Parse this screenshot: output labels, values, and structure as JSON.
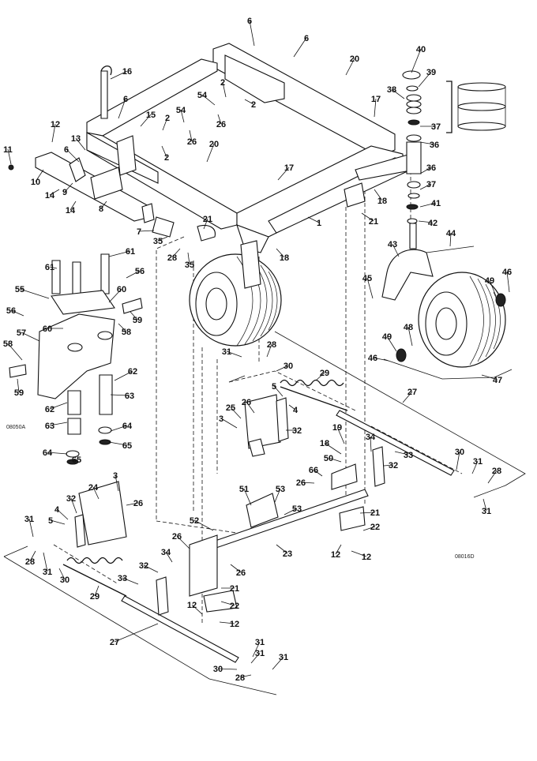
{
  "diagram": {
    "figure_codes": {
      "caster_assembly": "08050A",
      "main_frame": "08016D"
    },
    "callouts": [
      {
        "id": "c-6a",
        "label": "6"
      },
      {
        "id": "c-6b",
        "label": "6"
      },
      {
        "id": "c-6c",
        "label": "6"
      },
      {
        "id": "c-6d",
        "label": "6"
      },
      {
        "id": "c-40",
        "label": "40"
      },
      {
        "id": "c-39",
        "label": "39"
      },
      {
        "id": "c-38",
        "label": "38"
      },
      {
        "id": "c-20a",
        "label": "20"
      },
      {
        "id": "c-20b",
        "label": "20"
      },
      {
        "id": "c-17a",
        "label": "17"
      },
      {
        "id": "c-17b",
        "label": "17"
      },
      {
        "id": "c-16",
        "label": "16"
      },
      {
        "id": "c-15",
        "label": "15"
      },
      {
        "id": "c-2a",
        "label": "2"
      },
      {
        "id": "c-2b",
        "label": "2"
      },
      {
        "id": "c-2c",
        "label": "2"
      },
      {
        "id": "c-2d",
        "label": "2"
      },
      {
        "id": "c-54a",
        "label": "54"
      },
      {
        "id": "c-54b",
        "label": "54"
      },
      {
        "id": "c-26a",
        "label": "26"
      },
      {
        "id": "c-26b",
        "label": "26"
      },
      {
        "id": "c-37a",
        "label": "37"
      },
      {
        "id": "c-37b",
        "label": "37"
      },
      {
        "id": "c-36a",
        "label": "36"
      },
      {
        "id": "c-36b",
        "label": "36"
      },
      {
        "id": "c-12a",
        "label": "12"
      },
      {
        "id": "c-13",
        "label": "13"
      },
      {
        "id": "c-11",
        "label": "11"
      },
      {
        "id": "c-10",
        "label": "10"
      },
      {
        "id": "c-14a",
        "label": "14"
      },
      {
        "id": "c-14b",
        "label": "14"
      },
      {
        "id": "c-9",
        "label": "9"
      },
      {
        "id": "c-8",
        "label": "8"
      },
      {
        "id": "c-41",
        "label": "41"
      },
      {
        "id": "c-42",
        "label": "42"
      },
      {
        "id": "c-18a",
        "label": "18"
      },
      {
        "id": "c-18b",
        "label": "18"
      },
      {
        "id": "c-1",
        "label": "1"
      },
      {
        "id": "c-21a",
        "label": "21"
      },
      {
        "id": "c-21b",
        "label": "21"
      },
      {
        "id": "c-7",
        "label": "7"
      },
      {
        "id": "c-35a",
        "label": "35"
      },
      {
        "id": "c-35b",
        "label": "35"
      },
      {
        "id": "c-28a",
        "label": "28"
      },
      {
        "id": "c-44",
        "label": "44"
      },
      {
        "id": "c-43",
        "label": "43"
      },
      {
        "id": "c-61a",
        "label": "61"
      },
      {
        "id": "c-61b",
        "label": "61"
      },
      {
        "id": "c-56a",
        "label": "56"
      },
      {
        "id": "c-56b",
        "label": "56"
      },
      {
        "id": "c-55",
        "label": "55"
      },
      {
        "id": "c-60a",
        "label": "60"
      },
      {
        "id": "c-60b",
        "label": "60"
      },
      {
        "id": "c-59a",
        "label": "59"
      },
      {
        "id": "c-59b",
        "label": "59"
      },
      {
        "id": "c-58a",
        "label": "58"
      },
      {
        "id": "c-58b",
        "label": "58"
      },
      {
        "id": "c-57",
        "label": "57"
      },
      {
        "id": "c-62a",
        "label": "62"
      },
      {
        "id": "c-62b",
        "label": "62"
      },
      {
        "id": "c-63a",
        "label": "63"
      },
      {
        "id": "c-63b",
        "label": "63"
      },
      {
        "id": "c-64a",
        "label": "64"
      },
      {
        "id": "c-64b",
        "label": "64"
      },
      {
        "id": "c-65a",
        "label": "65"
      },
      {
        "id": "c-65b",
        "label": "65"
      },
      {
        "id": "c-45",
        "label": "45"
      },
      {
        "id": "c-49a",
        "label": "49"
      },
      {
        "id": "c-49b",
        "label": "49"
      },
      {
        "id": "c-46a",
        "label": "46"
      },
      {
        "id": "c-46b",
        "label": "46"
      },
      {
        "id": "c-48",
        "label": "48"
      },
      {
        "id": "c-47",
        "label": "47"
      },
      {
        "id": "c-31a",
        "label": "31"
      },
      {
        "id": "c-28b",
        "label": "28"
      },
      {
        "id": "c-30a",
        "label": "30"
      },
      {
        "id": "c-29a",
        "label": "29"
      },
      {
        "id": "c-27a",
        "label": "27"
      },
      {
        "id": "c-5a",
        "label": "5"
      },
      {
        "id": "c-4a",
        "label": "4"
      },
      {
        "id": "c-25",
        "label": "25"
      },
      {
        "id": "c-26c",
        "label": "26"
      },
      {
        "id": "c-3a",
        "label": "3"
      },
      {
        "id": "c-32a",
        "label": "32"
      },
      {
        "id": "c-19",
        "label": "19"
      },
      {
        "id": "c-18c",
        "label": "18"
      },
      {
        "id": "c-34a",
        "label": "34"
      },
      {
        "id": "c-33a",
        "label": "33"
      },
      {
        "id": "c-32b",
        "label": "32"
      },
      {
        "id": "c-50",
        "label": "50"
      },
      {
        "id": "c-66",
        "label": "66"
      },
      {
        "id": "c-26d",
        "label": "26"
      },
      {
        "id": "c-30b",
        "label": "30"
      },
      {
        "id": "c-31b",
        "label": "31"
      },
      {
        "id": "c-28c",
        "label": "28"
      },
      {
        "id": "c-31c",
        "label": "31"
      },
      {
        "id": "c-3b",
        "label": "3"
      },
      {
        "id": "c-24",
        "label": "24"
      },
      {
        "id": "c-32c",
        "label": "32"
      },
      {
        "id": "c-26e",
        "label": "26"
      },
      {
        "id": "c-4b",
        "label": "4"
      },
      {
        "id": "c-5b",
        "label": "5"
      },
      {
        "id": "c-31d",
        "label": "31"
      },
      {
        "id": "c-51",
        "label": "51"
      },
      {
        "id": "c-53a",
        "label": "53"
      },
      {
        "id": "c-53b",
        "label": "53"
      },
      {
        "id": "c-21c",
        "label": "21"
      },
      {
        "id": "c-22a",
        "label": "22"
      },
      {
        "id": "c-52",
        "label": "52"
      },
      {
        "id": "c-23",
        "label": "23"
      },
      {
        "id": "c-12b",
        "label": "12"
      },
      {
        "id": "c-12c",
        "label": "12"
      },
      {
        "id": "c-28d",
        "label": "28"
      },
      {
        "id": "c-31e",
        "label": "31"
      },
      {
        "id": "c-30c",
        "label": "30"
      },
      {
        "id": "c-29b",
        "label": "29"
      },
      {
        "id": "c-33b",
        "label": "33"
      },
      {
        "id": "c-32d",
        "label": "32"
      },
      {
        "id": "c-34b",
        "label": "34"
      },
      {
        "id": "c-26f",
        "label": "26"
      },
      {
        "id": "c-26g",
        "label": "26"
      },
      {
        "id": "c-21d",
        "label": "21"
      },
      {
        "id": "c-22b",
        "label": "22"
      },
      {
        "id": "c-12d",
        "label": "12"
      },
      {
        "id": "c-12e",
        "label": "12"
      },
      {
        "id": "c-27b",
        "label": "27"
      },
      {
        "id": "c-31f",
        "label": "31"
      },
      {
        "id": "c-31g",
        "label": "31"
      },
      {
        "id": "c-31h",
        "label": "31"
      },
      {
        "id": "c-30d",
        "label": "30"
      },
      {
        "id": "c-28e",
        "label": "28"
      }
    ]
  }
}
